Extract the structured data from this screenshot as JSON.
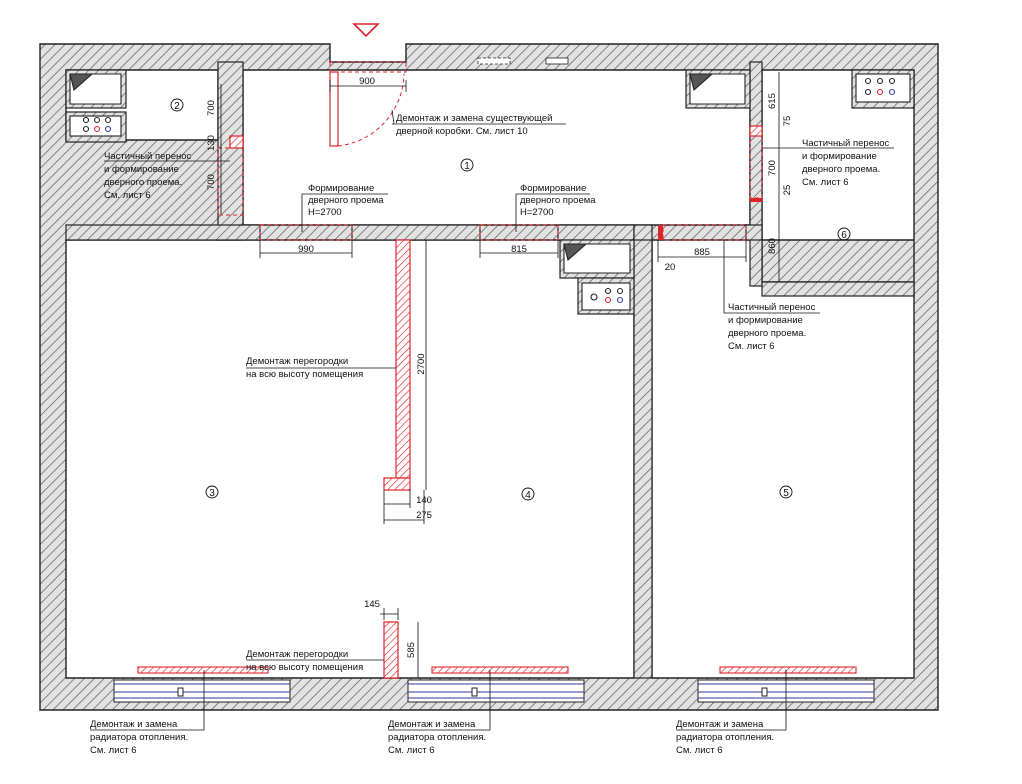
{
  "colors": {
    "wall_hatch": "#555555",
    "wall_fill": "#d6d6d6",
    "demolition": "#e0242b",
    "new_wall_line": "#e0242b",
    "window_line": "#2b3a9a",
    "ink": "#111111"
  },
  "rooms": [
    "1",
    "2",
    "3",
    "4",
    "5",
    "6"
  ],
  "dimensions": {
    "door_top": "900",
    "left_h1": "700",
    "left_small": "130",
    "left_h2": "700",
    "door_990": "990",
    "door_815": "815",
    "door_885": "885",
    "gap_20": "20",
    "right_615": "615",
    "right_75": "75",
    "right_700": "700",
    "right_25": "25",
    "right_860": "860",
    "partition_height": "2700",
    "part_140": "140",
    "part_275": "275",
    "part_145": "145",
    "part_585": "585"
  },
  "notes": {
    "door_replace": [
      "Демонтаж и замена существующей",
      "дверной коробки. См. лист 10"
    ],
    "left_door": [
      "Частичный перенос",
      "и формирование",
      "дверного проема.",
      "См. лист 6"
    ],
    "form_door_1": [
      "Формирование",
      "дверного проема",
      "H=2700"
    ],
    "form_door_2": [
      "Формирование",
      "дверного проема",
      "H=2700"
    ],
    "right_door": [
      "Частичный перенос",
      "и формирование",
      "дверного проема.",
      "См. лист 6"
    ],
    "mid_door": [
      "Частичный перенос",
      "и формирование",
      "дверного проема.",
      "См. лист 6"
    ],
    "partition_top": [
      "Демонтаж перегородки",
      "на всю высоту помещения"
    ],
    "partition_bottom": [
      "Демонтаж перегородки",
      "на всю высоту помещения"
    ],
    "radiator_1": [
      "Демонтаж и замена",
      "радиатора отопления.",
      "См. лист 6"
    ],
    "radiator_2": [
      "Демонтаж и замена",
      "радиатора отопления.",
      "См. лист 6"
    ],
    "radiator_3": [
      "Демонтаж и замена",
      "радиатора отопления.",
      "См. лист 6"
    ]
  }
}
